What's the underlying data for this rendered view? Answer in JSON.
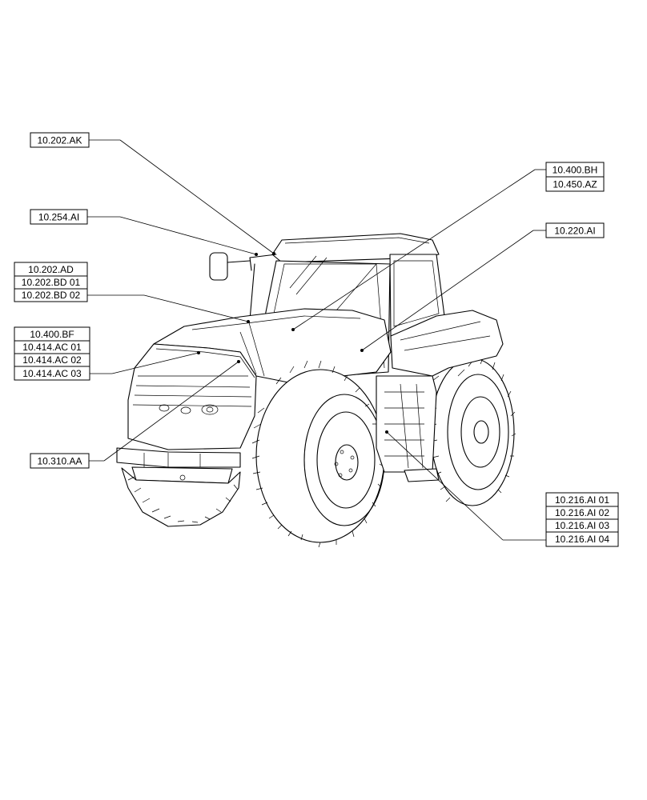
{
  "callouts": [
    {
      "id": "cab-top",
      "labels": [
        "10.202.AK"
      ]
    },
    {
      "id": "mirror",
      "labels": [
        "10.254.AI"
      ]
    },
    {
      "id": "hood-top",
      "labels": [
        "10.202.AD",
        "10.202.BD 01",
        "10.202.BD 02"
      ]
    },
    {
      "id": "hood-front",
      "labels": [
        "10.400.BF",
        "10.414.AC 01",
        "10.414.AC 02",
        "10.414.AC 03"
      ]
    },
    {
      "id": "front-frame",
      "labels": [
        "10.310.AA"
      ]
    },
    {
      "id": "hood-side",
      "labels": [
        "10.400.BH",
        "10.450.AZ"
      ]
    },
    {
      "id": "cab-side",
      "labels": [
        "10.220.AI"
      ]
    },
    {
      "id": "steps",
      "labels": [
        "10.216.AI 01",
        "10.216.AI 02",
        "10.216.AI 03",
        "10.216.AI 04"
      ]
    }
  ]
}
